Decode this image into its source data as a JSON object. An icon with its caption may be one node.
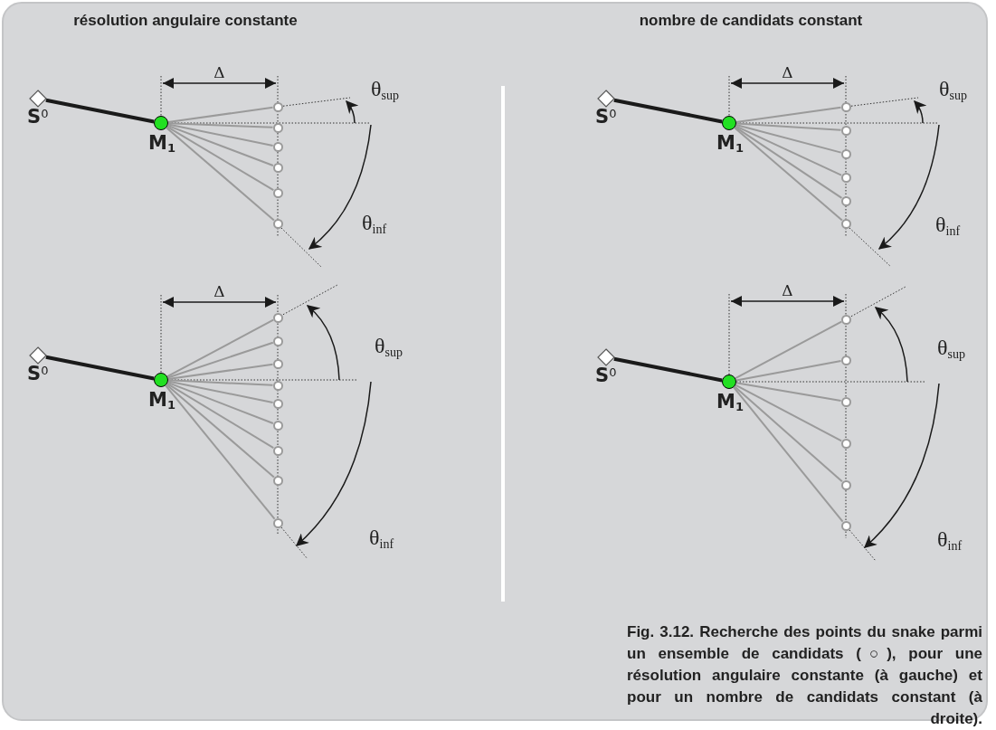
{
  "diagram": {
    "caption": "Fig. 3.12. Recherche des points du snake parmi un ensemble de candidats (○), pour une résolution angulaire constante (à gauche) et pour un nombre de candidats constant (à droite).",
    "nodes": [
      {
        "text": [],
        "shape": "diamond",
        "beside": [
          "S$^{0}$"
        ]
      },
      {
        "text": [],
        "shape": "circle",
        "beside": [
          "M$_{1}$"
        ]
      },
      {
        "text": [],
        "shape": "circle"
      },
      {
        "text": [],
        "shape": "circle"
      },
      {
        "text": [],
        "shape": "circle"
      },
      {
        "text": [],
        "shape": "circle"
      },
      {
        "text": [],
        "shape": "circle"
      },
      {
        "text": [],
        "shape": "circle"
      },
      {
        "text": [],
        "shape": "diamond",
        "beside": [
          "S$^{0}$"
        ]
      },
      {
        "text": [],
        "shape": "circle",
        "beside": [
          "M$_{1}$"
        ]
      },
      {
        "text": [],
        "shape": "circle"
      },
      {
        "text": [],
        "shape": "circle"
      },
      {
        "text": [],
        "shape": "circle"
      },
      {
        "text": [],
        "shape": "circle"
      },
      {
        "text": [],
        "shape": "circle"
      },
      {
        "text": [],
        "shape": "circle"
      },
      {
        "text": [],
        "shape": "diamond",
        "beside": [
          "S$^{0}$"
        ]
      },
      {
        "text": [],
        "shape": "circle",
        "beside": [
          "M$_{1}$"
        ]
      },
      {
        "text": [],
        "shape": "circle"
      },
      {
        "text": [],
        "shape": "circle"
      },
      {
        "text": [],
        "shape": "circle"
      },
      {
        "text": [],
        "shape": "circle"
      },
      {
        "text": [],
        "shape": "circle"
      },
      {
        "text": [],
        "shape": "circle"
      },
      {
        "text": [],
        "shape": "circle"
      },
      {
        "text": [],
        "shape": "circle"
      },
      {
        "text": [],
        "shape": "circle"
      },
      {
        "text": [],
        "shape": "diamond",
        "beside": [
          "S$^{0}$"
        ]
      },
      {
        "text": [],
        "shape": "circle",
        "beside": [
          "M$_{1}$"
        ]
      },
      {
        "text": [],
        "shape": "circle"
      },
      {
        "text": [],
        "shape": "circle"
      },
      {
        "text": [],
        "shape": "circle"
      },
      {
        "text": [],
        "shape": "circle"
      },
      {
        "text": [],
        "shape": "circle"
      },
      {
        "text": [],
        "shape": "circle"
      }
    ],
    "edges": [
      {
        "from": 0,
        "to": 1,
        "arrow": "none",
        "style": "thick",
        "color": "#1a1a1a"
      },
      {
        "from": 1,
        "to": 2,
        "arrow": "none"
      },
      {
        "from": 1,
        "to": 3,
        "arrow": "none"
      },
      {
        "from": 1,
        "to": 4,
        "arrow": "none"
      },
      {
        "from": 1,
        "to": 5,
        "arrow": "none"
      },
      {
        "from": 1,
        "to": 6,
        "arrow": "none"
      },
      {
        "from": 1,
        "to": 7,
        "arrow": "none"
      },
      {
        "from": 8,
        "to": 9,
        "arrow": "none",
        "style": "thick",
        "color": "#1a1a1a"
      },
      {
        "from": 9,
        "to": 10,
        "arrow": "none"
      },
      {
        "from": 9,
        "to": 11,
        "arrow": "none"
      },
      {
        "from": 9,
        "to": 12,
        "arrow": "none"
      },
      {
        "from": 9,
        "to": 13,
        "arrow": "none"
      },
      {
        "from": 9,
        "to": 14,
        "arrow": "none"
      },
      {
        "from": 9,
        "to": 15,
        "arrow": "none"
      },
      {
        "from": 16,
        "to": 17,
        "arrow": "none",
        "style": "thick",
        "color": "#1a1a1a"
      },
      {
        "from": 17,
        "to": 18,
        "arrow": "none"
      },
      {
        "from": 17,
        "to": 19,
        "arrow": "none"
      },
      {
        "from": 17,
        "to": 20,
        "arrow": "none"
      },
      {
        "from": 17,
        "to": 21,
        "arrow": "none"
      },
      {
        "from": 17,
        "to": 22,
        "arrow": "none"
      },
      {
        "from": 17,
        "to": 23,
        "arrow": "none"
      },
      {
        "from": 17,
        "to": 24,
        "arrow": "none"
      },
      {
        "from": 17,
        "to": 25,
        "arrow": "none"
      },
      {
        "from": 17,
        "to": 26,
        "arrow": "none"
      },
      {
        "from": 27,
        "to": 28,
        "arrow": "none",
        "style": "thick",
        "color": "#1a1a1a"
      },
      {
        "from": 28,
        "to": 29,
        "arrow": "none"
      },
      {
        "from": 28,
        "to": 30,
        "arrow": "none"
      },
      {
        "from": 28,
        "to": 31,
        "arrow": "none"
      },
      {
        "from": 28,
        "to": 32,
        "arrow": "none"
      },
      {
        "from": 28,
        "to": 33,
        "arrow": "none"
      },
      {
        "from": 28,
        "to": 34,
        "arrow": "none"
      }
    ],
    "labels": [
      "résolution angulaire constante",
      "nombre de candidats constant",
      "Δ",
      "θ$_{sup}$",
      "θ$_{inf}$",
      "Δ",
      "θ$_{sup}$",
      "θ$_{inf}$",
      "Δ",
      "θ$_{sup}$",
      "θ$_{inf}$",
      "Δ",
      "θ$_{sup}$",
      "θ$_{inf}$"
    ]
  }
}
